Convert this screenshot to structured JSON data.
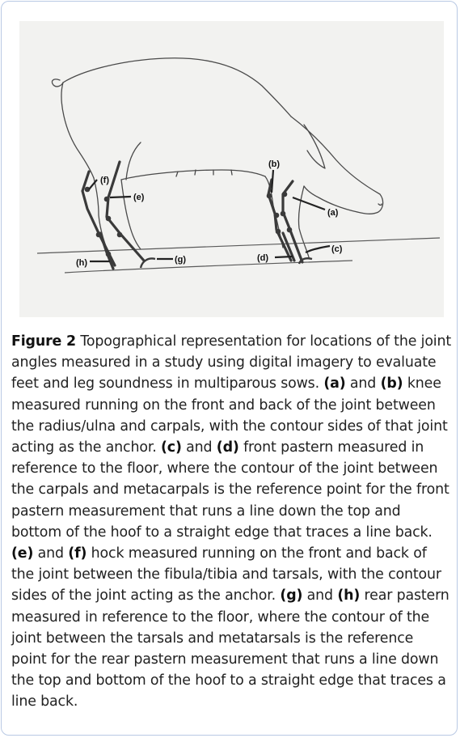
{
  "figure": {
    "labels": {
      "a": "(a)",
      "b": "(b)",
      "c": "(c)",
      "d": "(d)",
      "e": "(e)",
      "f": "(f)",
      "g": "(g)",
      "h": "(h)"
    }
  },
  "caption": {
    "figure_label": "Figure 2",
    "intro": " Topographical representation for locations of the joint angles measured in a study using digital imagery to evaluate feet and leg soundness in multiparous sows. ",
    "ab_key": "(a)",
    "ab_and": " and ",
    "ab_key2": "(b)",
    "ab_text": " knee measured running on the front and back of the joint between the radius/ulna and carpals, with the contour sides of that joint acting as the anchor. ",
    "cd_key": "(c)",
    "cd_and": " and ",
    "cd_key2": "(d)",
    "cd_text": " front pastern measured in reference to the floor, where the contour of the joint between the carpals and metacarpals is the reference point for the front pastern measurement that runs a line down the top and bottom of the hoof to a straight edge that traces a line back. ",
    "ef_key": "(e)",
    "ef_and": " and ",
    "ef_key2": "(f)",
    "ef_text": " hock measured running on the front and back of the joint between the fibula/tibia and tarsals, with the contour sides of the joint acting as the anchor. ",
    "gh_key": "(g)",
    "gh_and": " and ",
    "gh_key2": "(h)",
    "gh_text": " rear pastern measured in reference to the floor, where the contour of the joint between the tarsals and metatarsals is the reference point for the rear pastern measurement that runs a line down the top and bottom of the hoof to a straight edge that traces a line back."
  }
}
